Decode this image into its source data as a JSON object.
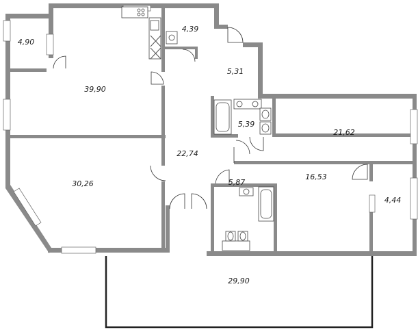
{
  "rooms": [
    {
      "id": "storage-left",
      "area": "4,90"
    },
    {
      "id": "kitchen-living",
      "area": "39,90"
    },
    {
      "id": "wc-small",
      "area": "4,39"
    },
    {
      "id": "hall-upper",
      "area": "5,31"
    },
    {
      "id": "bath-middle",
      "area": "5,39"
    },
    {
      "id": "bedroom-right-top",
      "area": "21,62"
    },
    {
      "id": "hall-central",
      "area": "22,74"
    },
    {
      "id": "bedroom-left",
      "area": "30,26"
    },
    {
      "id": "bath-lower",
      "area": "5,87"
    },
    {
      "id": "bedroom-right-bottom",
      "area": "16,53"
    },
    {
      "id": "dressing-right",
      "area": "4,44"
    },
    {
      "id": "terrace",
      "area": "29,90"
    }
  ]
}
